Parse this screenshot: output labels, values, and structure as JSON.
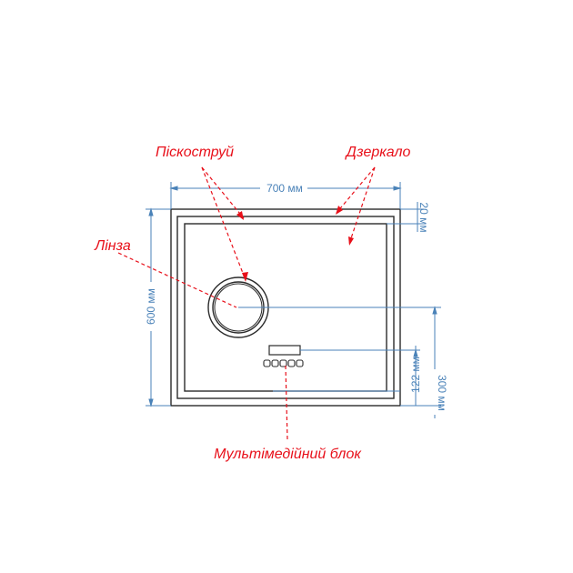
{
  "colors": {
    "callout": "#e8101a",
    "dimension": "#4a82b8",
    "frame": "#2b2b2b",
    "background": "#ffffff"
  },
  "callouts": {
    "sandblast": "Піскоструй",
    "mirror": "Дзеркало",
    "lens": "Лінза",
    "multimedia": "Мультімедійний блок"
  },
  "dimensions": {
    "width": "700 мм",
    "height": "600 мм",
    "border": "20 мм",
    "lens_offset": "300 мм",
    "block_offset": "122 мм"
  }
}
